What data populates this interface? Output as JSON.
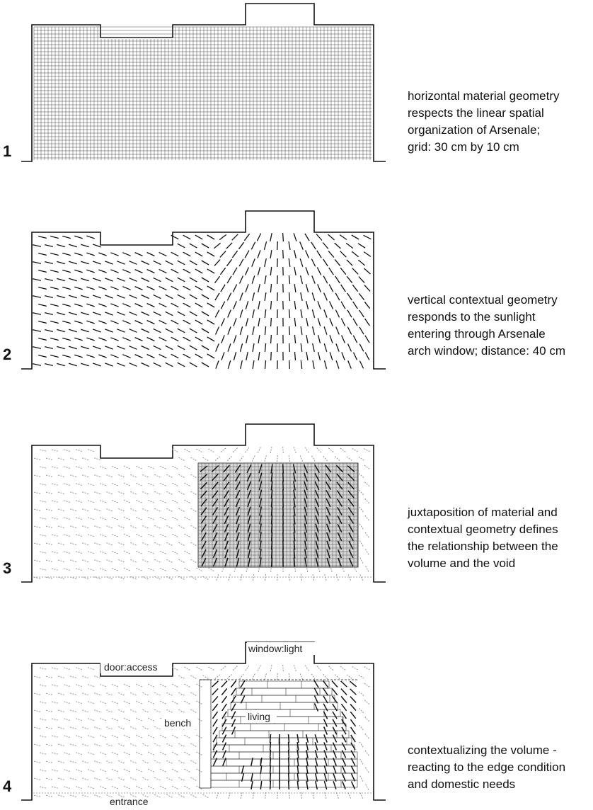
{
  "panels": [
    {
      "number": "1",
      "caption": [
        "horizontal material geometry",
        "respects the linear spatial",
        "organization of Arsenale;",
        "grid: 30 cm by 10 cm"
      ],
      "mode": "grid"
    },
    {
      "number": "2",
      "caption": [
        "vertical contextual geometry",
        "responds to the sunlight",
        "entering through Arsenale",
        "arch window; distance: 40 cm"
      ],
      "mode": "dashes"
    },
    {
      "number": "3",
      "caption": [
        "juxtaposition of material and",
        "contextual geometry defines",
        "the relationship between the",
        "volume and the void"
      ],
      "mode": "overlay"
    },
    {
      "number": "4",
      "caption": [
        "contextualizing the volume -",
        "reacting to the edge condition",
        "and domestic needs"
      ],
      "mode": "final"
    }
  ],
  "labels": {
    "door": "door:access",
    "window": "window:light",
    "bench": "bench",
    "living": "living",
    "entrance": "entrance"
  },
  "colors": {
    "line": "#111111",
    "light_line": "#888888",
    "shade": "#d6d6d6"
  }
}
